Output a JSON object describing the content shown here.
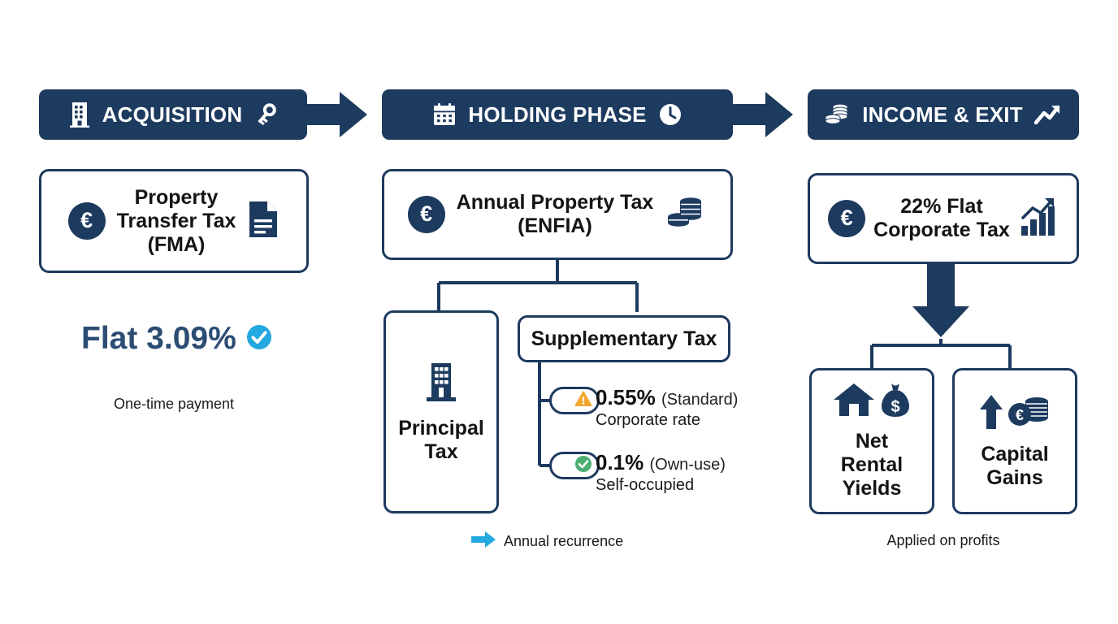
{
  "colors": {
    "navy": "#1d3a5f",
    "navy_text": "#2c4d73",
    "cyan": "#23a8e0",
    "amber": "#f0a830",
    "green": "#4caf72",
    "white": "#ffffff",
    "body_text": "#111111"
  },
  "phases": [
    {
      "id": "acquisition",
      "label": "ACQUISITION",
      "lead_icon": "building-icon",
      "trail_icon": "key-icon",
      "has_flow_arrow": true
    },
    {
      "id": "holding-phase",
      "label": "HOLDING PHASE",
      "lead_icon": "calendar-icon",
      "trail_icon": "clock-icon",
      "has_flow_arrow": true
    },
    {
      "id": "income-exit",
      "label": "INCOME & EXIT",
      "lead_icon": "coin-stack-icon",
      "trail_icon": "trending-up-icon",
      "has_flow_arrow": false
    }
  ],
  "columns": {
    "acquisition": {
      "card": {
        "title": "Property\nTransfer Tax\n(FMA)",
        "left_icon": "euro-circle-icon",
        "right_icon": "document-icon"
      },
      "stat": {
        "text": "Flat 3.09%",
        "badge_icon": "check-circle-icon"
      },
      "footnote": "One-time payment"
    },
    "holding": {
      "card": {
        "title": "Annual Property Tax\n(ENFIA)",
        "left_icon": "euro-circle-icon",
        "right_icon": "coin-stack-icon"
      },
      "principal": {
        "title": "Principal\nTax",
        "icon": "building-icon"
      },
      "supplementary": {
        "title": "Supplementary Tax"
      },
      "rates": [
        {
          "id": "standard-rate",
          "value": "0.55%",
          "qualifier": "(Standard)",
          "sub": "Corporate rate",
          "badge_icon": "warning-triangle-icon",
          "badge_color": "#f0a830"
        },
        {
          "id": "own-use-rate",
          "value": "0.1%",
          "qualifier": "(Own-use)",
          "sub": "Self-occupied",
          "badge_icon": "check-circle-icon",
          "badge_color": "#4caf72"
        }
      ],
      "footnote": {
        "icon": "right-arrow-icon",
        "text": "Annual recurrence"
      }
    },
    "income": {
      "card": {
        "title": "22% Flat\nCorporate Tax",
        "left_icon": "euro-circle-icon",
        "right_icon": "bar-chart-growth-icon"
      },
      "outcomes": [
        {
          "id": "net-rental-yields",
          "title": "Net\nRental\nYields",
          "icons": [
            "house-icon",
            "money-bag-icon"
          ]
        },
        {
          "id": "capital-gains",
          "title": "Capital\nGains",
          "icons": [
            "up-arrow-icon",
            "euro-coins-icon"
          ]
        }
      ],
      "footnote": "Applied on profits"
    }
  }
}
